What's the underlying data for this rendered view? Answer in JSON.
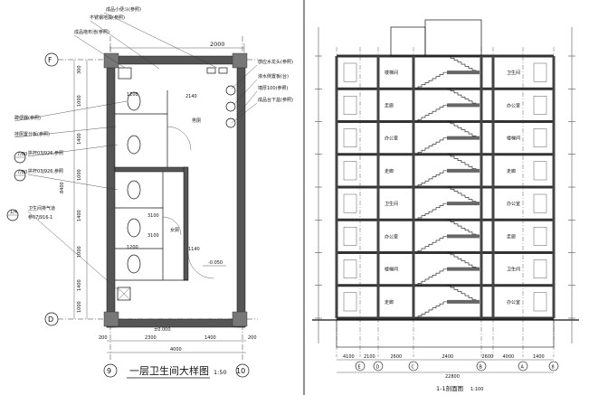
{
  "left_plan": {
    "title": "一层卫生间大样图",
    "scale": "1:50",
    "axis_top": "F",
    "axis_bottom": "D",
    "axis_left_bottom": "9",
    "axis_right_bottom": "10",
    "dim_top": "2000",
    "dim_room_width": "2140",
    "dim_bottom_total": "4000",
    "dim_bottom_parts": [
      "200",
      "2300",
      "1400",
      "200"
    ],
    "dim_left_total": "8400",
    "dim_left_parts": [
      "300",
      "1000",
      "1400",
      "1000",
      "1400",
      "1000",
      "1400",
      "1000"
    ],
    "dim_stall_1200": "1200",
    "dim_stall_1200b": "1200",
    "dim_1140": "1140",
    "dim_3100a": "3100",
    "dim_3100b": "3100",
    "level_mark": "-0.050",
    "level_bottom": "±0.000",
    "room_label_1": "男厕",
    "room_label_2": "女厕",
    "callouts": [
      "成品小便斗(参照)",
      "不锈钢地漏(参照)",
      "成品拖布池(参照)",
      "蹲便器(参照)",
      "挂厕置分板(参照)",
      "拱杆03J926,参照",
      "拱杆03J926,参照",
      "卫生间排气道",
      "参07J916-1"
    ],
    "callouts_right": [
      "感应水龙头(参照)",
      "液水侧置板(台)",
      "墙厚100(参照)",
      "成品台下盆(参照)"
    ],
    "detail_marks": [
      "7/80",
      "7/80",
      "1/4"
    ]
  },
  "right_section": {
    "title": "1-1剖面图",
    "scale": "1:100",
    "floors": 8,
    "axis_labels": [
      "E",
      "D",
      "C",
      "B",
      "A",
      "8"
    ],
    "dim_bottom_total": "22800",
    "dim_bottom_parts": [
      "4100",
      "2100",
      "2600",
      "2400",
      "2600",
      "4000",
      "1400"
    ],
    "room_tags": [
      "走廊",
      "楼梯间",
      "办公室",
      "卫生间",
      "走廊",
      "办公室"
    ]
  }
}
